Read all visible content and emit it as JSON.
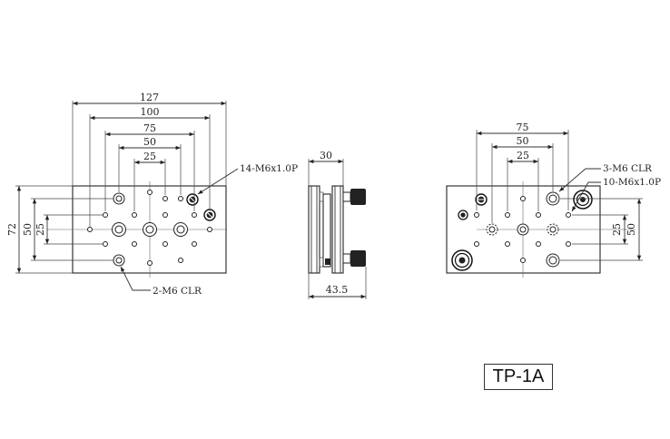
{
  "model": "TP-1A",
  "top_view": {
    "dims": {
      "w127": "127",
      "w100": "100",
      "w75": "75",
      "w50": "50",
      "w25": "25",
      "h72": "72",
      "h50": "50",
      "h25": "25"
    },
    "callouts": {
      "tapped": "14-M6x1.0P",
      "clearance": "2-M6 CLR"
    }
  },
  "side_view": {
    "dims": {
      "top": "30",
      "bottom": "43.5"
    }
  },
  "bottom_view": {
    "dims": {
      "w75": "75",
      "w50": "50",
      "w25": "25",
      "h25": "25",
      "h50": "50"
    },
    "callouts": {
      "clearance": "3-M6 CLR",
      "tapped": "10-M6x1.0P"
    }
  }
}
